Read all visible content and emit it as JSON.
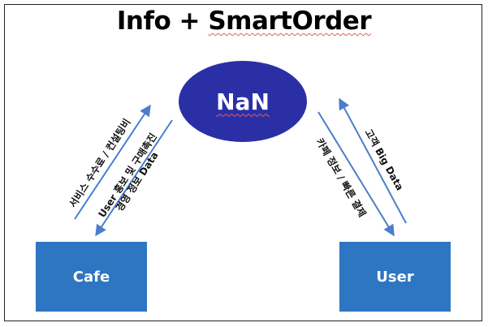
{
  "title": {
    "prefix": "Info + ",
    "highlight": "SmartOrder"
  },
  "hub": {
    "label": "NaN",
    "color": "#2b2fa6"
  },
  "nodes": {
    "cafe": {
      "label": "Cafe",
      "color": "#2e75c2"
    },
    "user": {
      "label": "User",
      "color": "#2e75c2"
    }
  },
  "edge_labels": {
    "cafe_to_hub": "서비스 수수료 / 컨설팅비",
    "hub_to_cafe_line1": "User 홍보 및 구매촉진",
    "hub_to_cafe_line2": "경영 정보 Data",
    "user_to_hub": "고객 Big Data",
    "hub_to_user": "카페 정보 / 빠른 결제"
  },
  "colors": {
    "arrow": "#4a7ec9"
  }
}
